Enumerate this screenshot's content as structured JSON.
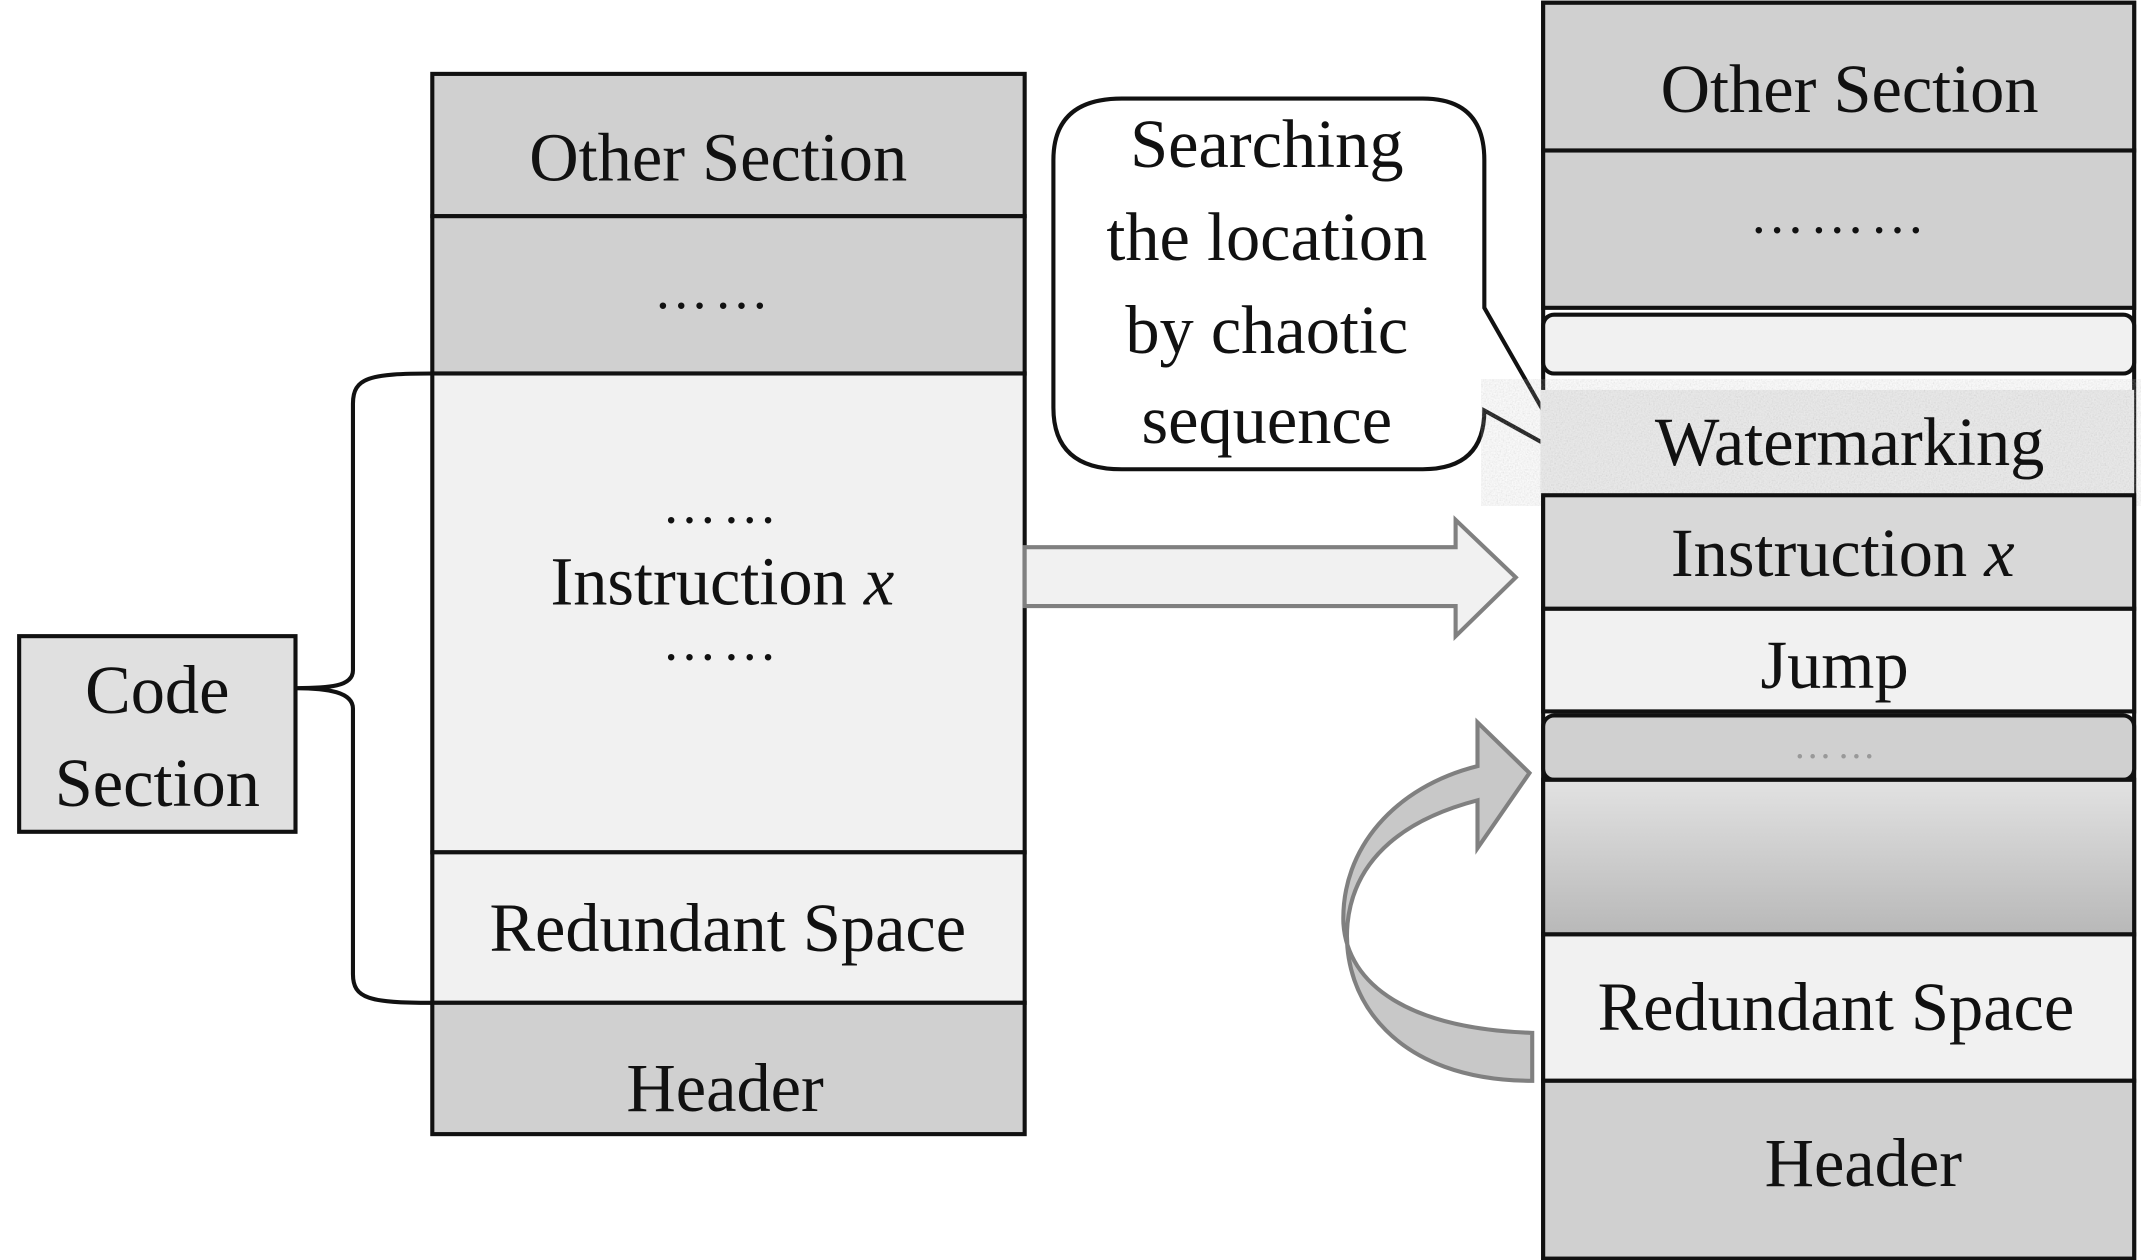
{
  "left_memory": {
    "other_section": "Other Section",
    "dots_top": "……",
    "code_dots_above": "……",
    "instruction": "Instruction ",
    "instruction_var": "x",
    "code_dots_below": "……",
    "redundant_space": "Redundant Space",
    "header": "Header"
  },
  "code_section_label": {
    "line1": "Code",
    "line2": "Section"
  },
  "callout": {
    "lines": [
      "Searching",
      "the location",
      "by chaotic",
      "sequence"
    ]
  },
  "right_memory": {
    "other_section": "Other Section",
    "dots_top": "………",
    "watermarking": "Watermarking",
    "instruction": "Instruction ",
    "instruction_var": "x",
    "jump": "Jump",
    "dots_mid": "……",
    "redundant_space": "Redundant Space",
    "header": "Header"
  },
  "colors": {
    "dark_block": "#d0d0d0",
    "light_block": "#f1f1f1",
    "outline": "#111111",
    "arrow_stroke": "#808080"
  }
}
